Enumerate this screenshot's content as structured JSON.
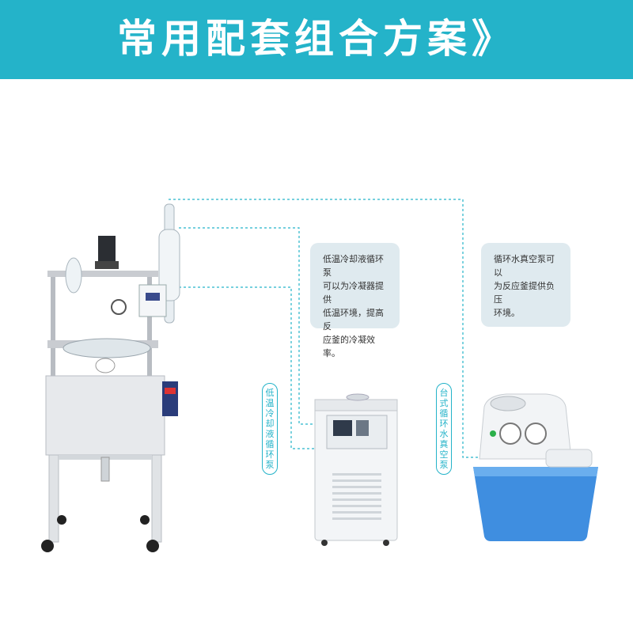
{
  "banner": {
    "title": "常用配套组合方案》"
  },
  "callouts": {
    "chiller": {
      "lines": [
        "低温冷却液循环泵",
        "可以为冷凝器提供",
        "低温环境，提高反",
        "应釜的冷凝效率。"
      ]
    },
    "vacuum": {
      "lines": [
        "循环水真空泵可以",
        "为反应釜提供负压",
        "环境。"
      ]
    }
  },
  "labels": {
    "chiller_vertical": [
      "低",
      "温",
      "冷",
      "却",
      "液",
      "循",
      "环",
      "泵"
    ],
    "vacuum_vertical": [
      "台",
      "式",
      "循",
      "环",
      "水",
      "真",
      "空",
      "泵"
    ]
  },
  "colors": {
    "accent": "#24b3c9",
    "callout_bg": "#dfeaef",
    "pump_blue": "#3f8ee0"
  },
  "icons": [
    "glass-reactor",
    "chiller-unit",
    "vacuum-pump"
  ]
}
